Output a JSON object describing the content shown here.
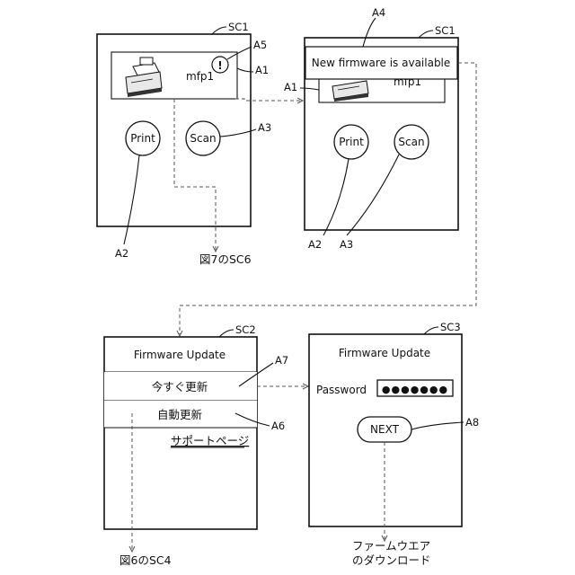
{
  "screens": {
    "sc1_home": {
      "id_label": "SC1",
      "device_name": "mfp1",
      "alert_glyph": "!",
      "print_button": "Print",
      "scan_button": "Scan",
      "ref_alert": "A5",
      "ref_device_panel": "A1",
      "ref_print": "A2",
      "ref_scan": "A3",
      "bottom_ref": "図7のSC6"
    },
    "sc1_notice": {
      "id_label": "SC1",
      "notice_ref": "A4",
      "notice_text": "New firmware is available",
      "device_name": "mfp1",
      "print_button": "Print",
      "scan_button": "Scan",
      "ref_device_panel": "A1",
      "ref_print": "A2",
      "ref_scan": "A3"
    },
    "sc2": {
      "id_label": "SC2",
      "title": "Firmware Update",
      "update_now": "今すぐ更新",
      "auto_update": "自動更新",
      "support_link": "サポートページ",
      "ref_update_now": "A7",
      "ref_auto_update": "A6",
      "bottom_ref": "図6のSC4"
    },
    "sc3": {
      "id_label": "SC3",
      "title": "Firmware Update",
      "password_label": "Password",
      "password_mask": "●●●●●●●",
      "next_button": "NEXT",
      "ref_next": "A8",
      "bottom_ref_line1": "ファームウエア",
      "bottom_ref_line2": "のダウンロード"
    }
  }
}
